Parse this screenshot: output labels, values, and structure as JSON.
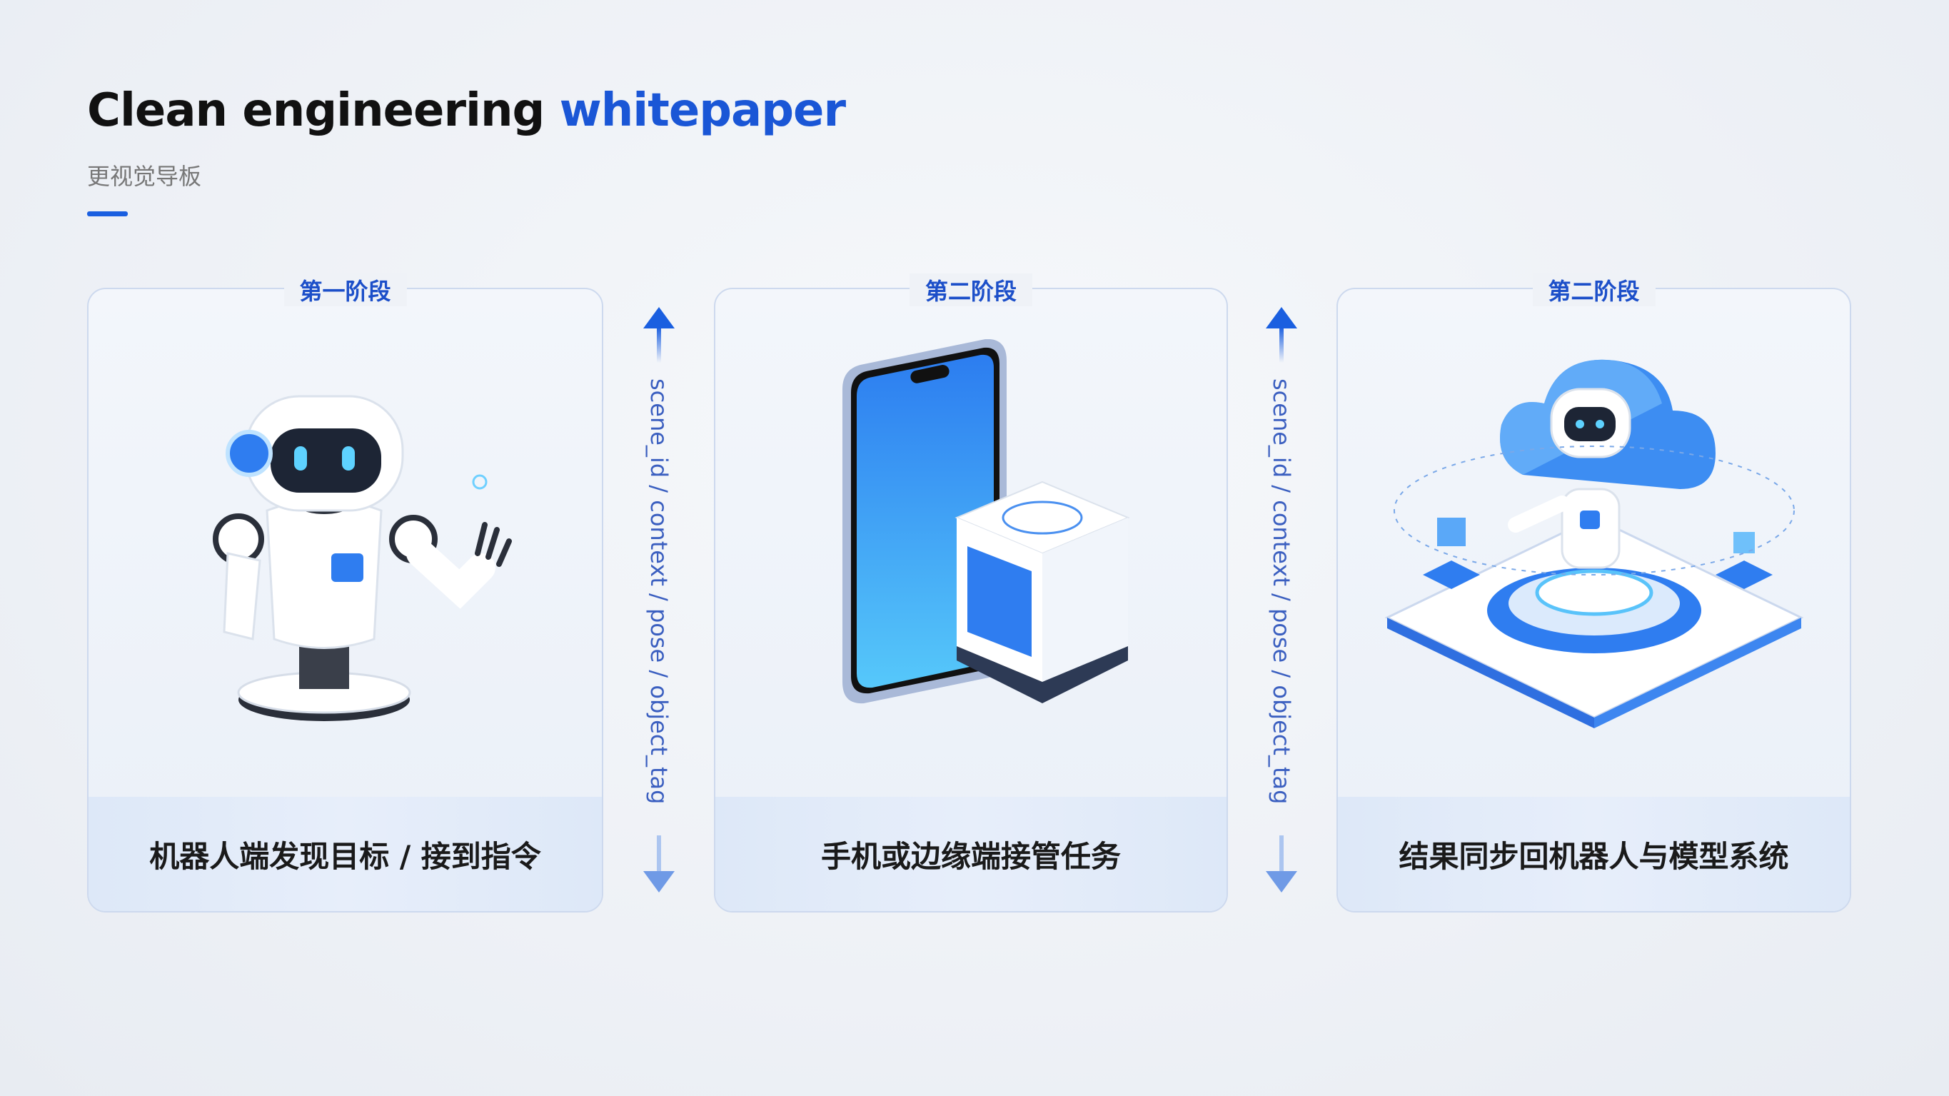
{
  "header": {
    "title_main": "Clean engineering",
    "title_highlight": "whitepaper",
    "subtitle": "更视觉导板"
  },
  "stages": [
    {
      "label": "第一阶段",
      "caption": "机器人端发现目标 / 接到指令",
      "icon": "robot-icon"
    },
    {
      "label": "第二阶段",
      "caption": "手机或边缘端接管任务",
      "icon": "phone-edge-device-icon"
    },
    {
      "label": "第二阶段",
      "caption": "结果同步回机器人与模型系统",
      "icon": "cloud-robot-platform-icon"
    }
  ],
  "flows": [
    {
      "text": "scene_id / context / pose / object_tag"
    },
    {
      "text": "scene_id / context / pose / object_tag"
    }
  ],
  "colors": {
    "accent": "#1a56d6",
    "border": "#cdd9ee",
    "caption_bg": "#dde8f8"
  }
}
